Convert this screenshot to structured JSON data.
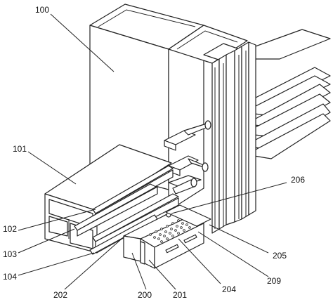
{
  "labels": {
    "l100": "100",
    "l101": "101",
    "l102": "102",
    "l103": "103",
    "l104": "104",
    "l200": "200",
    "l201": "201",
    "l202": "202",
    "l204": "204",
    "l205": "205",
    "l206": "206",
    "l209": "209"
  }
}
